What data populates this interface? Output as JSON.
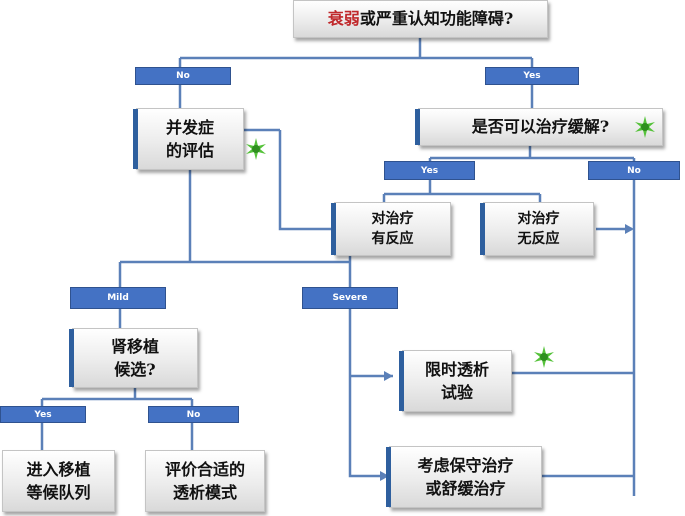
{
  "nodes": {
    "root": {
      "hl": "衰弱",
      "rest": "或严重认知功能障碍?"
    },
    "complications": {
      "lines": [
        "并发症",
        "的评估"
      ]
    },
    "treatable": {
      "text": "是否可以治疗缓解?"
    },
    "responsive": {
      "lines": [
        "对治疗",
        "有反应"
      ]
    },
    "unresponsive": {
      "lines": [
        "对治疗",
        "无反应"
      ]
    },
    "transplant_candidate": {
      "lines": [
        "肾移植",
        "候选?"
      ]
    },
    "time_limited_trial": {
      "lines": [
        "限时透析",
        "试验"
      ]
    },
    "conservative": {
      "lines": [
        "考虑保守治疗",
        "或舒缓治疗"
      ]
    },
    "waitlist": {
      "lines": [
        "进入移植",
        "等候队列"
      ]
    },
    "dialysis_mode": {
      "lines": [
        "评价合适的",
        "透析模式"
      ]
    }
  },
  "labels": {
    "root_no": "No",
    "root_yes": "Yes",
    "treat_yes": "Yes",
    "treat_no": "No",
    "mild": "Mild",
    "severe": "Severe",
    "tx_yes": "Yes",
    "tx_no": "No"
  },
  "colors": {
    "connector": "#5b80b8",
    "label_fill": "#4472c4",
    "accent": "#2e5f9e",
    "highlight": "#c0282b",
    "star": "#55c23a"
  }
}
